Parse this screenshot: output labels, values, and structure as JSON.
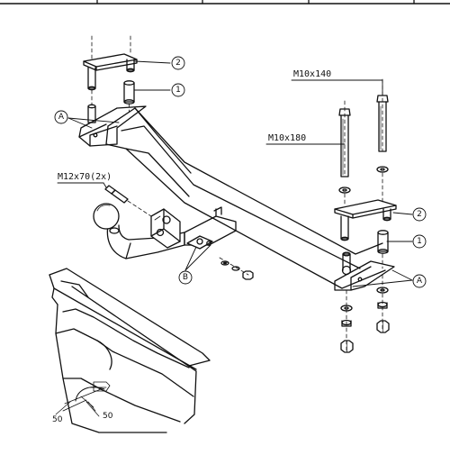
{
  "labels": {
    "bolt_m10x140": "M10x140",
    "bolt_m10x180": "M10x180",
    "bolt_m12x70": "M12x70(2x)"
  },
  "callouts": {
    "plate_top_left": "2",
    "spacer_top_left": "1",
    "bracket_left": "A",
    "plate_right": "2",
    "spacer_right": "1",
    "bracket_right": "A",
    "ball_mount_bolts": "B"
  },
  "dimensions": {
    "cut_width": "50",
    "cut_depth": "50"
  },
  "colors": {
    "line": "#111111",
    "paper": "#ffffff"
  }
}
